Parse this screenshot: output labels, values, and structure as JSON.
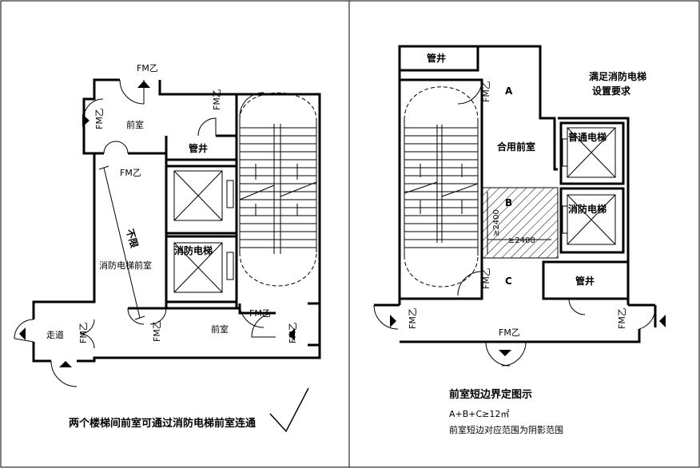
{
  "left": {
    "door_label": "FM乙",
    "front_room": "前室",
    "pipe_shaft": "管井",
    "fire_elevator": "消防电梯",
    "fire_elevator_lobby": "消防电梯前室",
    "not_limited": "不限",
    "corridor": "走道",
    "caption": "两个楼梯间前室可通过消防电梯前室连通"
  },
  "right": {
    "door_label": "FM乙",
    "pipe_shaft": "管井",
    "meets_fire_elevator": "满足消防电梯",
    "setting_requirements": "设置要求",
    "shared_front_room": "合用前室",
    "ordinary_elevator": "普通电梯",
    "fire_elevator": "消防电梯",
    "mark_a": "A",
    "mark_b": "B",
    "mark_c": "C",
    "dim_2400_a": "≥2400",
    "dim_2400_b": "≥2400",
    "title": "前室短边界定图示",
    "formula": "A+B+C≥12㎡",
    "note": "前室短边对应范围为阴影范围"
  }
}
